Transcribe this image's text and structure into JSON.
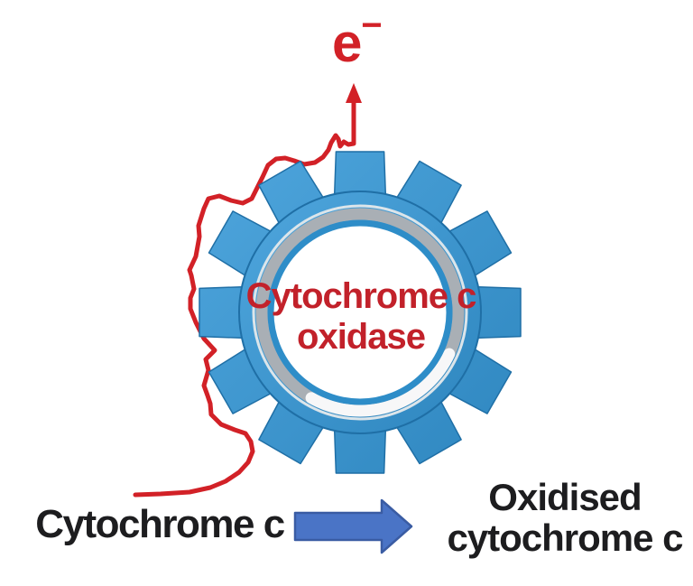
{
  "diagram": {
    "labels": {
      "electron_base": "e",
      "electron_superscript": "−",
      "enzyme_line1": "Cytochrome c",
      "enzyme_line2": "oxidase",
      "substrate": "Cytochrome c",
      "product_line1": "Oxidised",
      "product_line2": "cytochrome c"
    },
    "colors": {
      "background": "#ffffff",
      "red": "#d22127",
      "enzyme_text_red": "#c2212a",
      "gear_blue": "#3d9ad6",
      "gear_blue_light": "#4fa6dd",
      "gear_blue_shade": "#2e86bf",
      "gear_blue_dark": "#1f6fa6",
      "inner_ring_blue": "#2e8dc8",
      "silver": "#a9afb5",
      "arrow_fill": "#4a74c6",
      "arrow_border": "#3a5ca3",
      "text_black": "#1d1d1f"
    }
  }
}
